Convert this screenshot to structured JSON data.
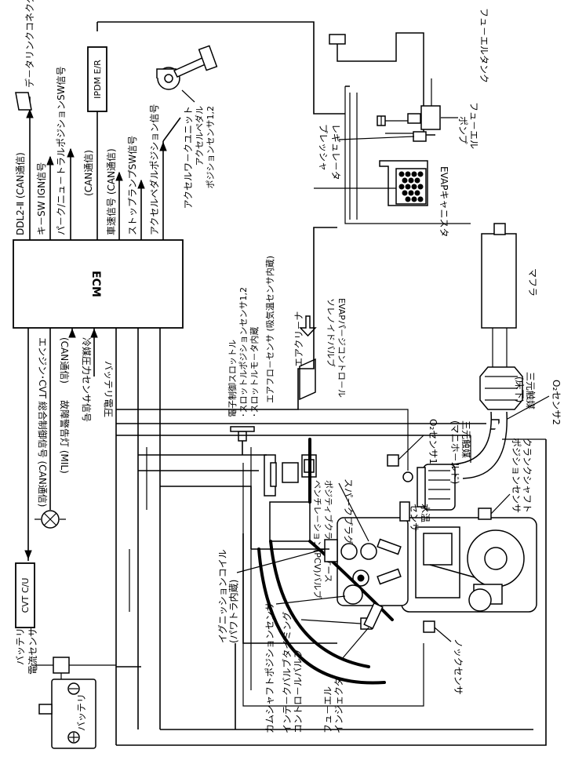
{
  "ecm": {
    "label": "ECM"
  },
  "cvt": {
    "label": "CVT C/U"
  },
  "ipdm": {
    "label": "IPDM E/R"
  },
  "top_signals": {
    "ddl2": "DDL2-Ⅱ (CAN通信)",
    "key_sw": "キ－SW IGN信号",
    "park_neutral": "パ－ク/ニュ－トラルポジションSW信号",
    "can1": "(CAN通信)",
    "speed": "車速信号 (CAN通信)",
    "stop_lamp": "ストップランプSW信号",
    "accel_signal": "アクセルペダルポジション信号"
  },
  "bottom_signals": {
    "engine_cvt": "エンジン･CVT 総合制御信号 (CAN通信)",
    "mil": "故障警告灯 (MIL)",
    "can2": "(CAN通信)",
    "refrigerant": "冷媒圧力センサ信号",
    "battery_voltage": "バッテリ電圧"
  },
  "labels": {
    "data_link": "デ－タリンクコネクタ",
    "fuel_tank": "フュ－エルタンク",
    "fuel_pump": [
      "フュ－エル",
      "ポンプ"
    ],
    "pressure_regulator": [
      "プレッシャ",
      "レギュレ－タ"
    ],
    "evap_canister": "EVAPキャニスタ",
    "accel_unit": "アクセルワ－クユニット",
    "accel_pedal_sensor": [
      "アクセルペダル",
      "ポジションセンサ1,2"
    ],
    "muffler": "マフラ",
    "o2_sensor2": "O₂センサ2",
    "catalyst_floor": [
      "三元触媒",
      "(床下)"
    ],
    "o2_sensor1": "O₂センサ1",
    "catalyst_manifold": [
      "三元触媒",
      "(マニホ－ルド)"
    ],
    "crank_sensor": [
      "クランクシャフト",
      "ポジションセンサ"
    ],
    "water_temp": [
      "水温",
      "センサ"
    ],
    "knock_sensor": "ノックセンサ",
    "spark_plug": "スパ－クプラグ",
    "pcv_valve": [
      "ポジティブクランクケース",
      "ベンチレ－ション(PCV)バルブ"
    ],
    "evap_purge": [
      "EVAPパ－ジコントロ－ル",
      "ソレノイドバルブ"
    ],
    "air_cleaner": "エアクリ－ナ",
    "air_flow": "エアフロ－センサ (吸気温センサ内蔵)",
    "throttle": [
      "電子制御スロットル",
      "･スロットルポジションセンサ1,2",
      "･スロットルモ－タ内蔵"
    ],
    "ignition_coil": [
      "イグニッションコイル",
      "(パワトラ内蔵)"
    ],
    "cam_sensor": "カムシャフトポジションセンサ",
    "intake_valve_timing": [
      "インテ－クバルブタイミング",
      "コントロ－ルバルブ"
    ],
    "fuel_injector": [
      "フュ－エル",
      "インジェクタ"
    ],
    "battery_current": [
      "バッテリ",
      "電流センサ"
    ],
    "battery": "バッテリ"
  }
}
